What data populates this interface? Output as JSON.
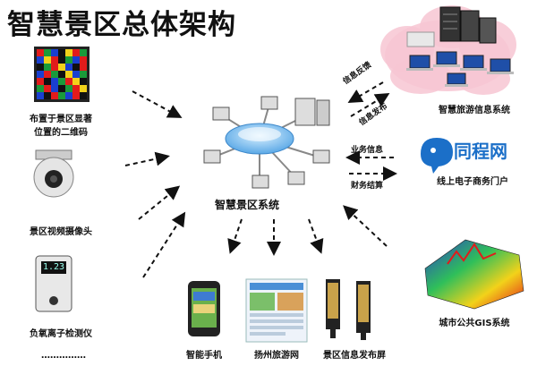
{
  "title": "智慧景区总体架构",
  "center": {
    "label": "智慧景区系统"
  },
  "left_devices": [
    {
      "label_line1": "布置于景区显著",
      "label_line2": "位置的二维码"
    },
    {
      "label": "景区视频摄像头"
    },
    {
      "label": "负氧离子检测仪",
      "meter_reading": "1.23"
    },
    {
      "label": "……………"
    }
  ],
  "bottom_devices": [
    {
      "label": "智能手机"
    },
    {
      "label": "扬州旅游网"
    },
    {
      "label": "景区信息发布屏"
    }
  ],
  "right_systems": [
    {
      "label": "智慧旅游信息系统"
    },
    {
      "label": "线上电子商务门户",
      "logo_text": "同程网"
    },
    {
      "label": "城市公共GIS系统"
    }
  ],
  "arrow_labels": {
    "info_feedback": "信息反馈",
    "info_publish": "信息发布",
    "business_info": "业务信息",
    "finance_settle": "财务结算"
  },
  "colors": {
    "arrow": "#111111",
    "cloud": "#f7c6d2",
    "tongcheng_blue": "#1b6fc8",
    "hub_blue": "#5aa8e6"
  },
  "qr_colors": [
    "#e21b1b",
    "#1a9b3a",
    "#1a3fd0",
    "#111111",
    "#f2d21a",
    "#e21b1b",
    "#1a9b3a",
    "#1a3fd0",
    "#f2d21a",
    "#e21b1b",
    "#111111",
    "#1a9b3a",
    "#1a3fd0",
    "#e21b1b",
    "#111111",
    "#1a9b3a",
    "#e21b1b",
    "#f2d21a",
    "#1a3fd0",
    "#111111",
    "#e21b1b",
    "#1a3fd0",
    "#e21b1b",
    "#1a9b3a",
    "#111111",
    "#f2d21a",
    "#1a3fd0",
    "#1a9b3a",
    "#e21b1b",
    "#111111",
    "#1a3fd0",
    "#1a9b3a",
    "#e21b1b",
    "#f2d21a",
    "#111111",
    "#1a9b3a",
    "#e21b1b",
    "#1a3fd0",
    "#111111",
    "#1a9b3a",
    "#e21b1b",
    "#f2d21a",
    "#1a3fd0",
    "#111111",
    "#e21b1b",
    "#1a9b3a",
    "#1a3fd0",
    "#e21b1b",
    "#111111"
  ]
}
